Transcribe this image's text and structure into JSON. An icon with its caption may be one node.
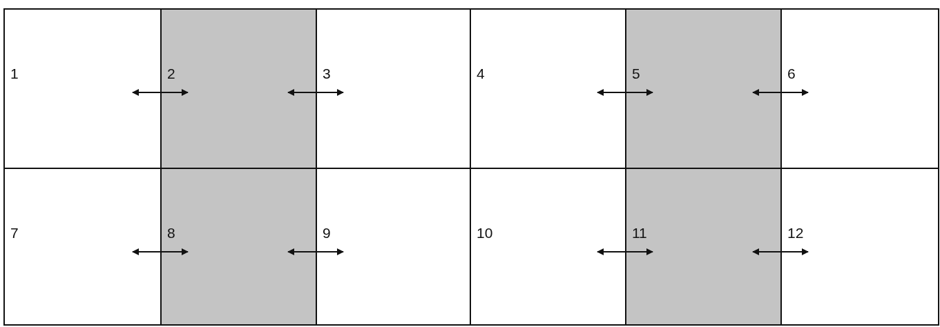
{
  "diagram": {
    "nodes": [
      {
        "text": [
          "1"
        ]
      },
      {
        "text": [
          "2"
        ]
      },
      {
        "text": [
          "3"
        ]
      },
      {
        "text": [
          "4"
        ]
      },
      {
        "text": [
          "5"
        ]
      },
      {
        "text": [
          "6"
        ]
      },
      {
        "text": [
          "7"
        ]
      },
      {
        "text": [
          "8"
        ]
      },
      {
        "text": [
          "9"
        ]
      },
      {
        "text": [
          "10"
        ]
      },
      {
        "text": [
          "11"
        ]
      },
      {
        "text": [
          "12"
        ]
      }
    ],
    "edges": [
      {
        "from": 0,
        "to": 1,
        "arrow": "both"
      },
      {
        "from": 1,
        "to": 2,
        "arrow": "both"
      },
      {
        "from": 3,
        "to": 4,
        "arrow": "both"
      },
      {
        "from": 4,
        "to": 5,
        "arrow": "both"
      },
      {
        "from": 6,
        "to": 7,
        "arrow": "both"
      },
      {
        "from": 7,
        "to": 8,
        "arrow": "both"
      },
      {
        "from": 9,
        "to": 10,
        "arrow": "both"
      },
      {
        "from": 10,
        "to": 11,
        "arrow": "both"
      }
    ]
  }
}
